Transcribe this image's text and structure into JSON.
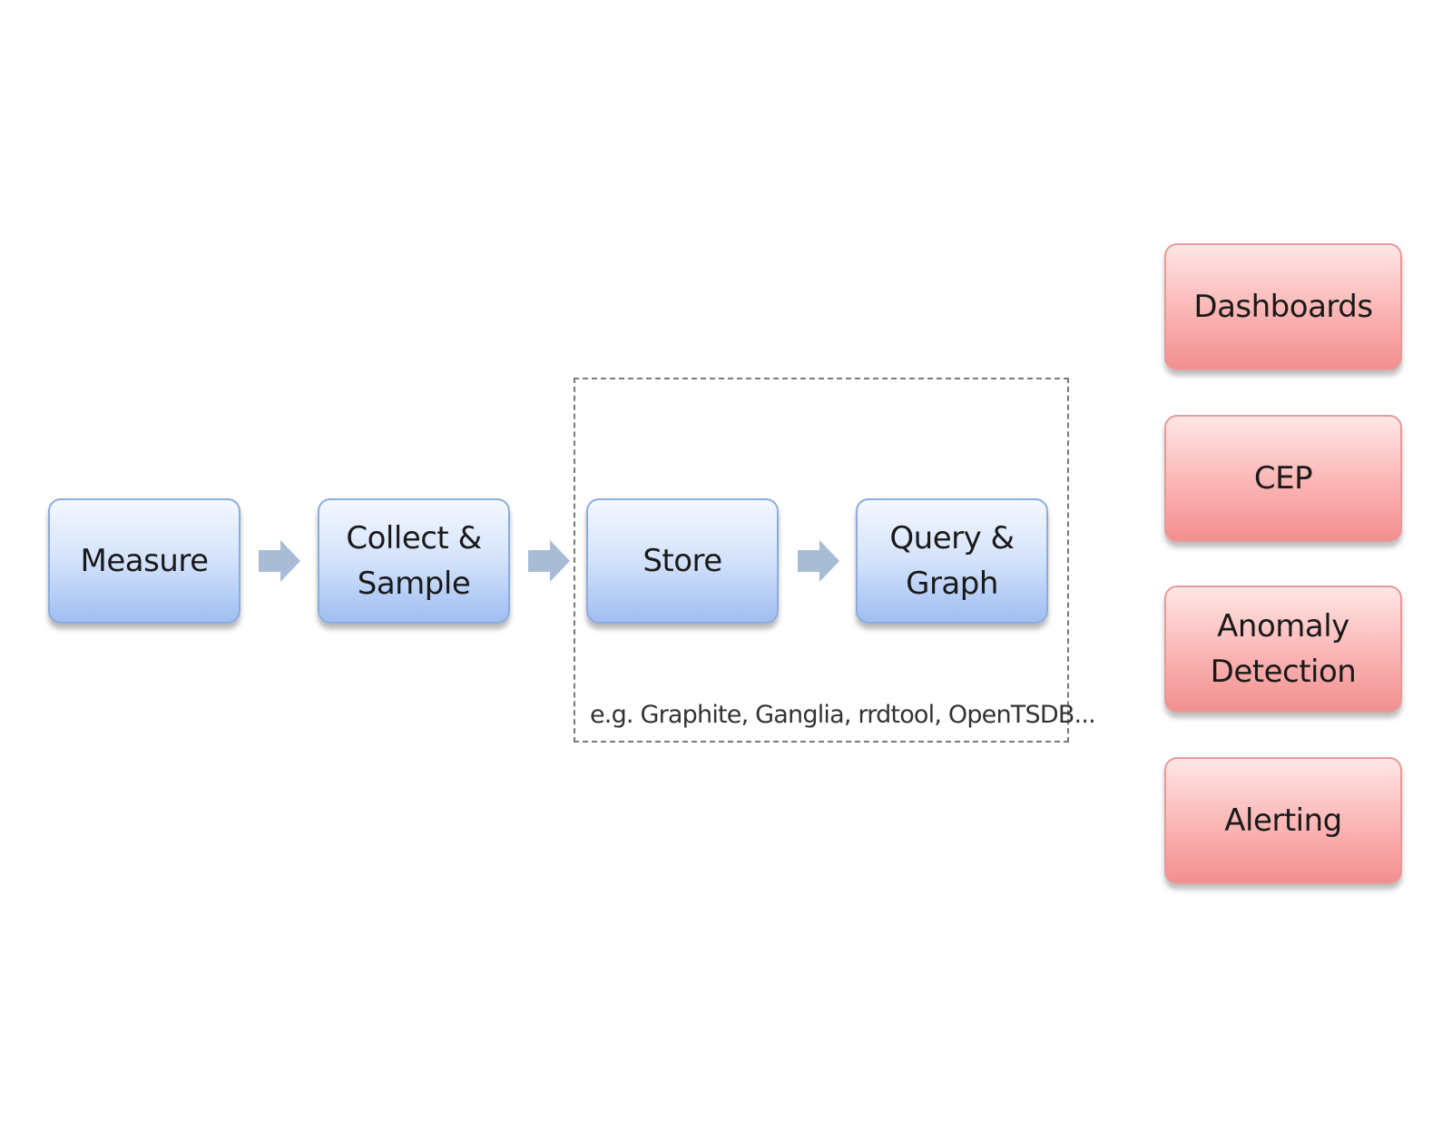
{
  "pipeline": {
    "stages": [
      {
        "label": "Measure"
      },
      {
        "label": "Collect &\nSample"
      },
      {
        "label": "Store"
      },
      {
        "label": "Query &\nGraph"
      }
    ],
    "store_group": {
      "note": "e.g. Graphite, Ganglia, rrdtool, OpenTSDB..."
    }
  },
  "consumers": [
    {
      "label": "Dashboards"
    },
    {
      "label": "CEP"
    },
    {
      "label": "Anomaly\nDetection"
    },
    {
      "label": "Alerting"
    }
  ],
  "colors": {
    "stage_fill": "#d3e2fb",
    "stage_border": "#8cacdd",
    "consumer_fill": "#fbb4b4",
    "consumer_border": "#e79a9a",
    "arrow": "#a9bcd6",
    "group_border": "#7a7a7a"
  }
}
